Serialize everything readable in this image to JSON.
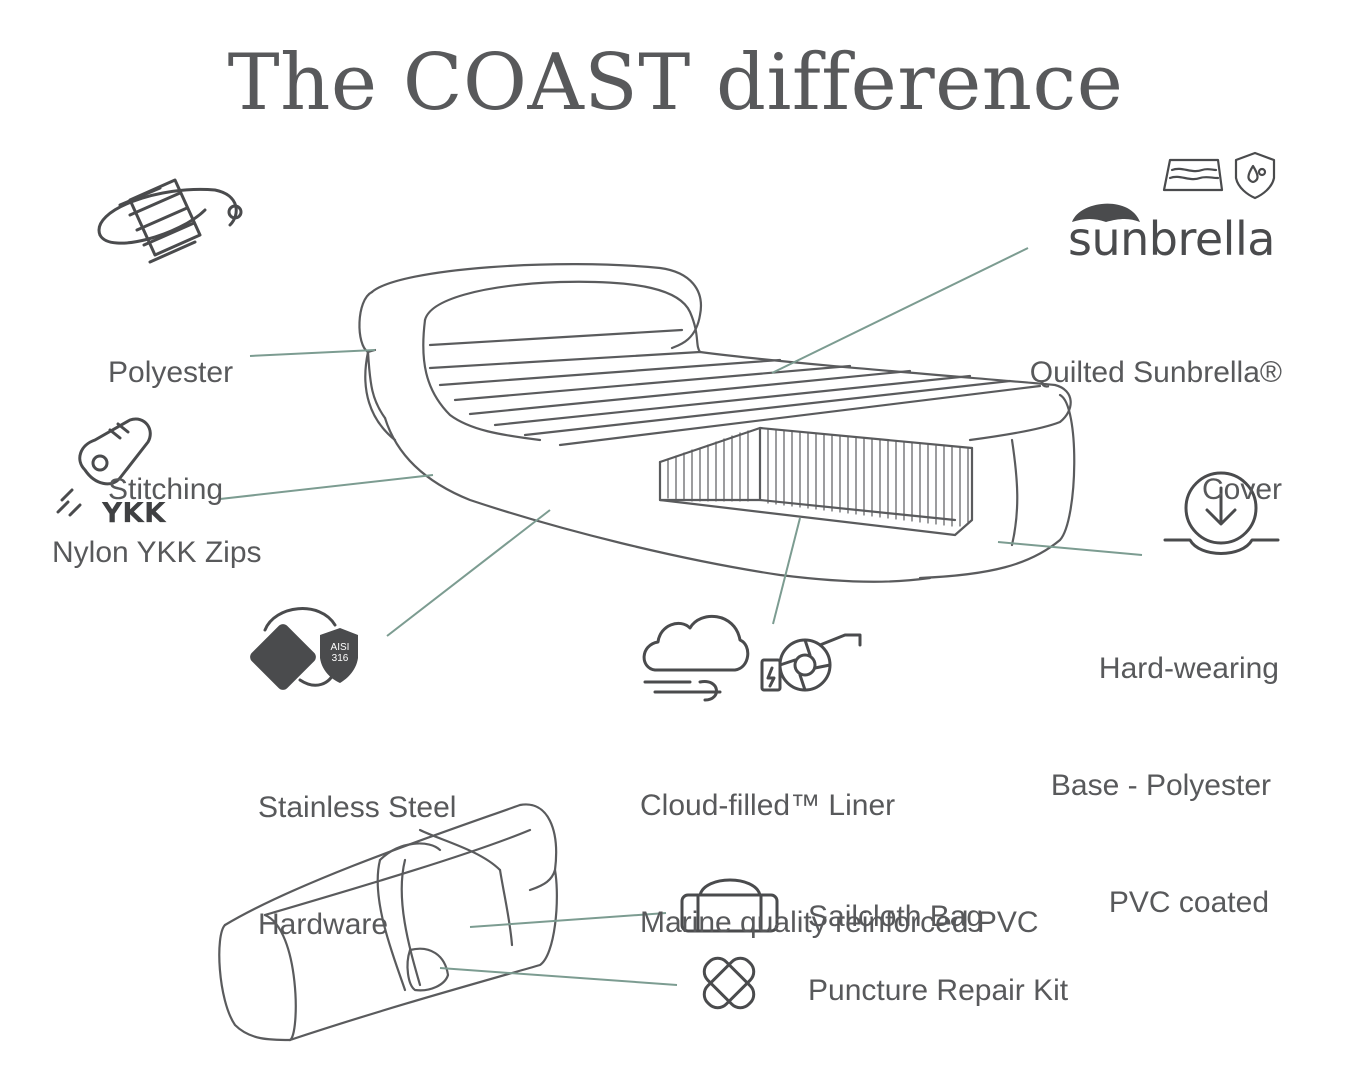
{
  "title": "The COAST difference",
  "features": {
    "stitching": {
      "line1": "Polyester",
      "line2": "Stitching"
    },
    "cover": {
      "brand": "sunbrella",
      "line1": "Quilted Sunbrella®",
      "line2": "Cover"
    },
    "zips": {
      "brand": "YKK",
      "label": "Nylon YKK Zips"
    },
    "hardware": {
      "badge_line1": "AISI",
      "badge_line2": "316",
      "line1": "Stainless Steel",
      "line2": "Hardware"
    },
    "liner": {
      "line1": "Cloud-filled™ Liner",
      "line2": "Marine quality reinforced PVC"
    },
    "base": {
      "line1": "Hard-wearing",
      "line2": "Base - Polyester",
      "line3": "PVC coated"
    },
    "bag": {
      "label": "Sailcloth Bag"
    },
    "repair": {
      "label": "Puncture Repair Kit"
    }
  },
  "colors": {
    "text": "#58595b",
    "icon": "#4a4b4d",
    "leader_line": "#7c9c91",
    "outline": "#5a5b5d"
  }
}
